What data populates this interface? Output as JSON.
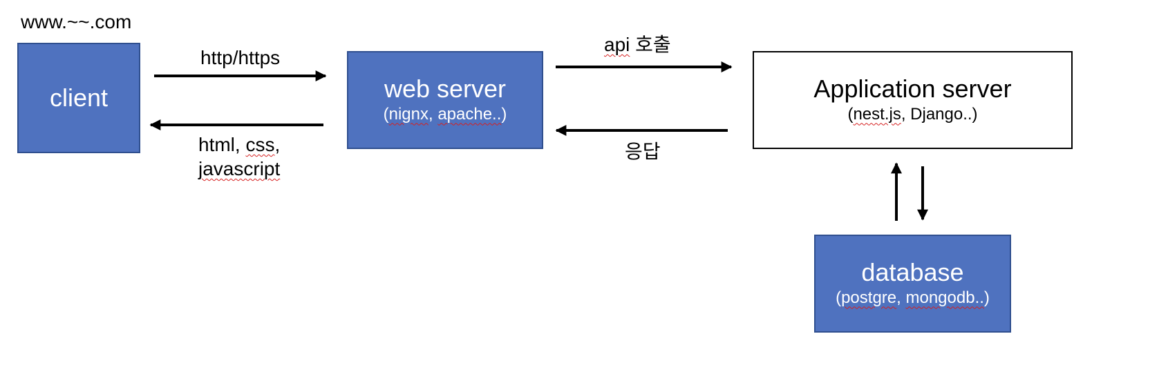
{
  "url_label": "www.~~.com",
  "nodes": {
    "client": {
      "title": "client"
    },
    "web_server": {
      "title": "web server",
      "sub_a": "nignx",
      "sub_sep": ", ",
      "sub_b": "apache..",
      "sub_open": "(",
      "sub_close": ")"
    },
    "app_server": {
      "title": "Application server",
      "sub_open": "(",
      "sub_a": "nest.js",
      "sub_rest": ", Django..)"
    },
    "database": {
      "title": "database",
      "sub_open": "(",
      "sub_a": "postgre",
      "sub_sep": ", ",
      "sub_b": "mongodb..",
      "sub_close": ")"
    }
  },
  "edges": {
    "client_to_web": "http/https",
    "web_to_client_line1_a": "html, ",
    "web_to_client_line1_b": "css",
    "web_to_client_line1_c": ",",
    "web_to_client_line2": "javascript",
    "web_to_app_a": "api",
    "web_to_app_b": " 호출",
    "app_to_web": "응답"
  },
  "colors": {
    "box_fill": "#4f72bf",
    "arrow": "#000000",
    "spellcheck": "#d62020"
  }
}
